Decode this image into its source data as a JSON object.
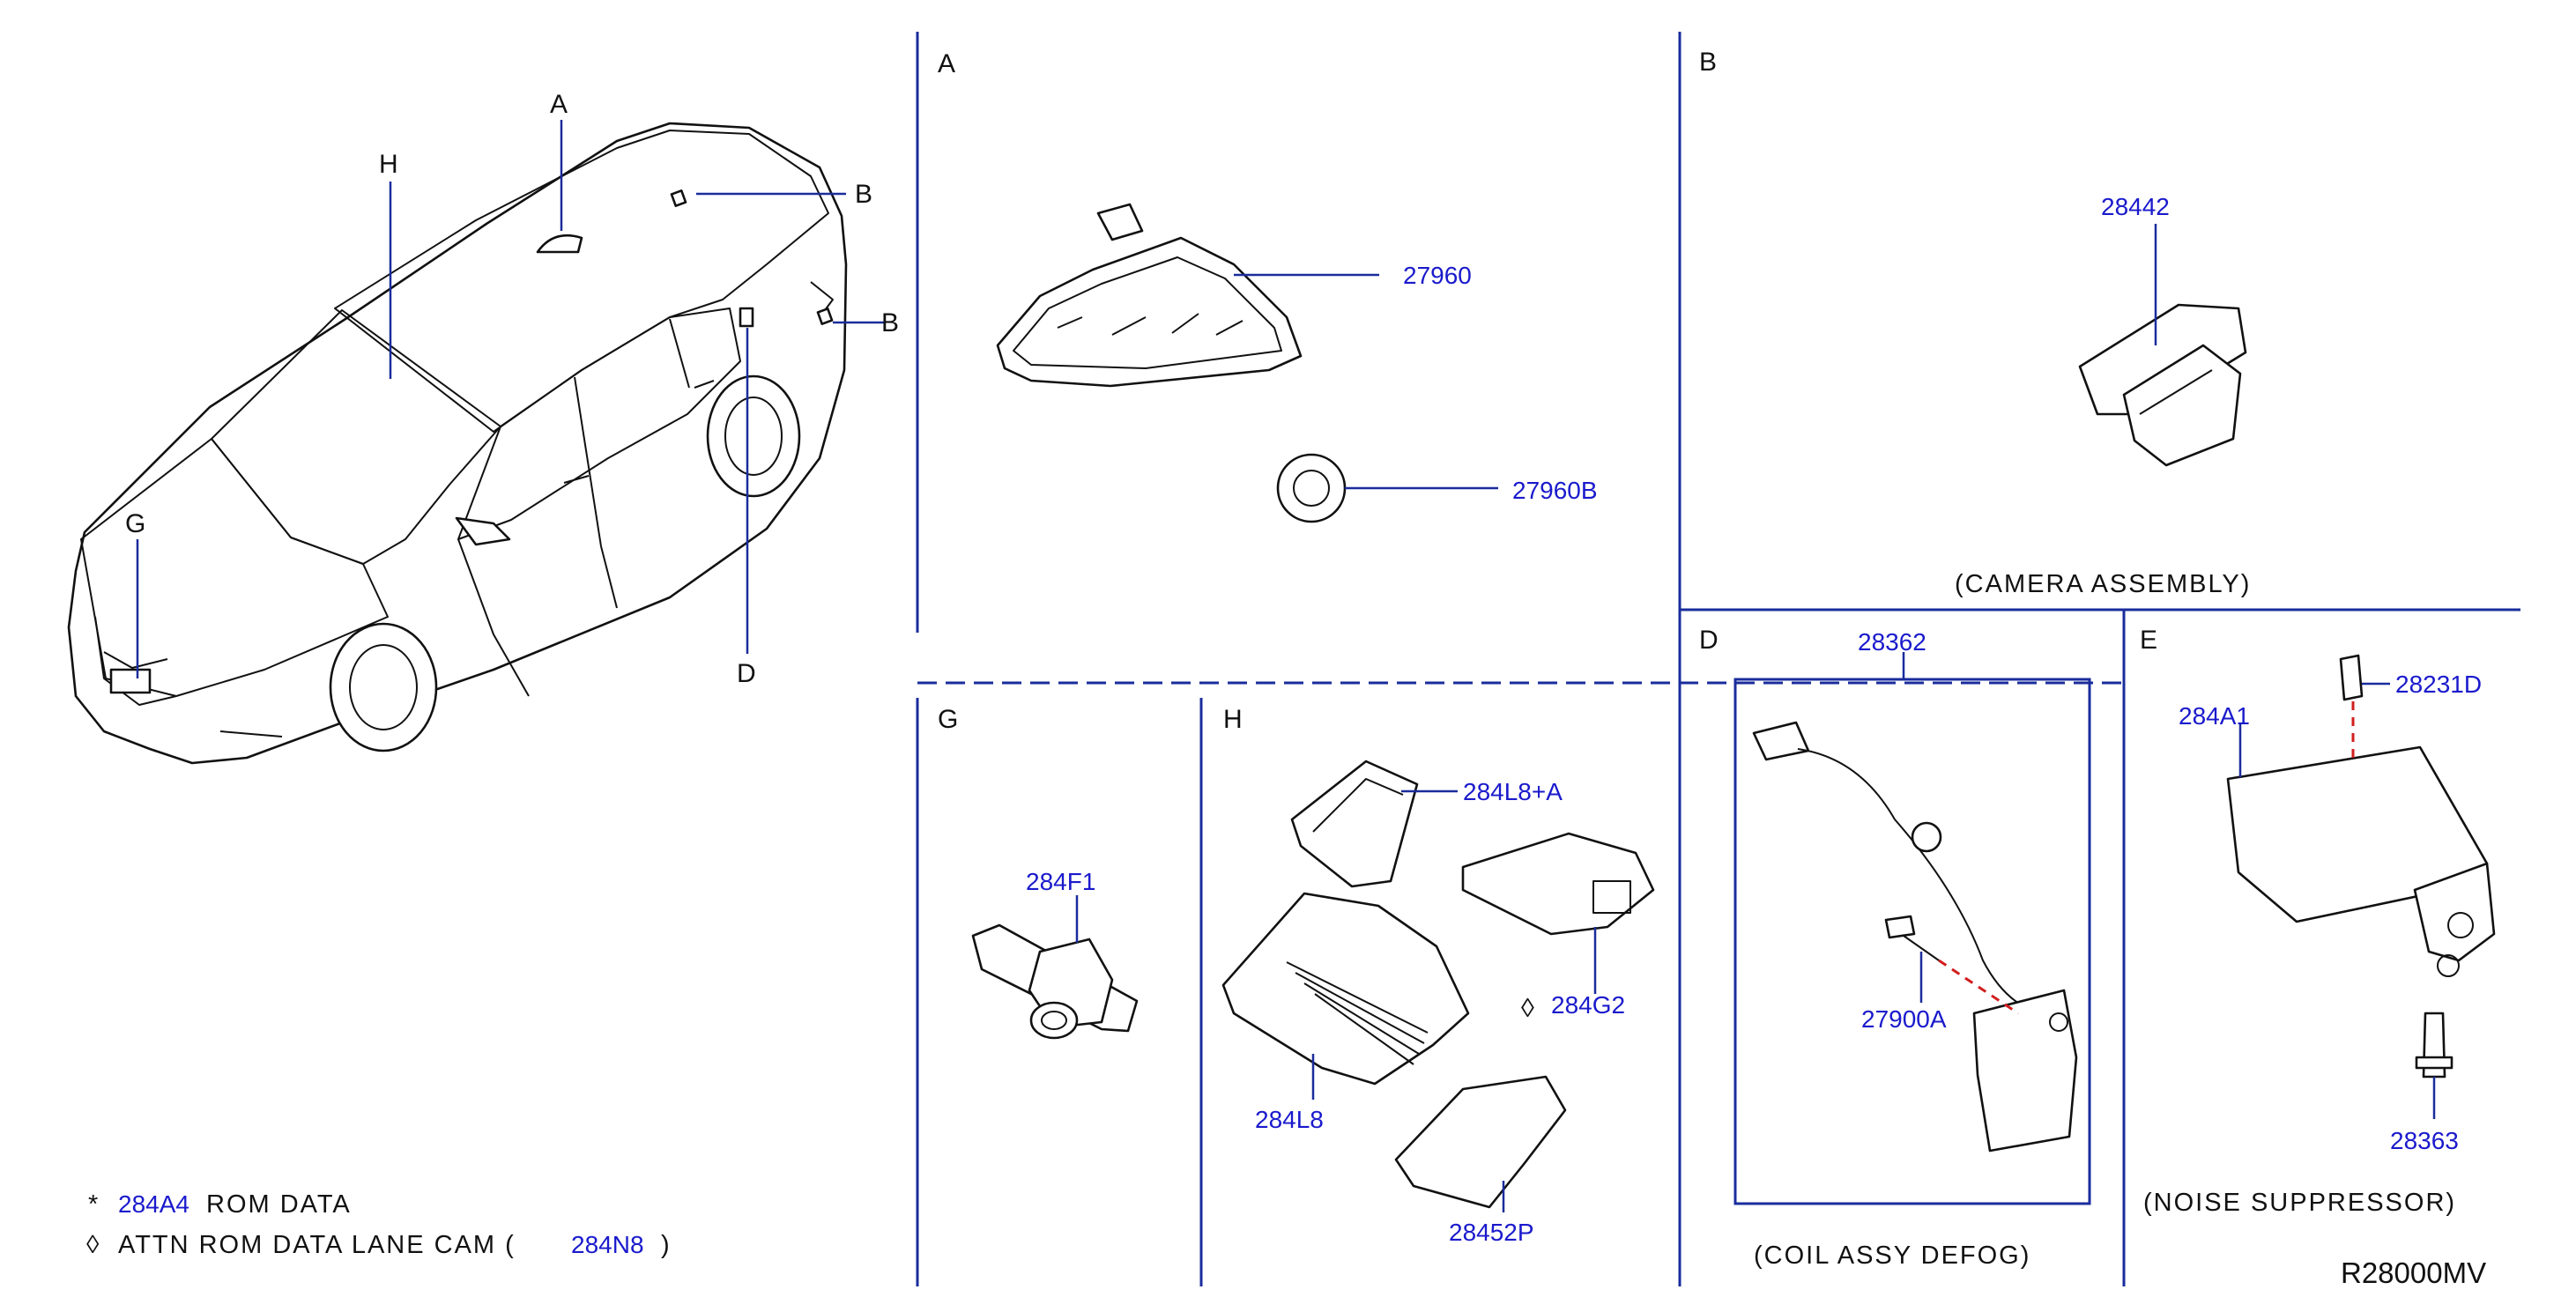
{
  "sections": {
    "A": "A",
    "B": "B",
    "D": "D",
    "E": "E",
    "G": "G",
    "H": "H"
  },
  "car_callouts": {
    "A": "A",
    "H": "H",
    "B1": "B",
    "B2": "B",
    "G": "G",
    "D": "D"
  },
  "parts": {
    "p27960": "27960",
    "p27960B": "27960B",
    "p28442": "28442",
    "p28362": "28362",
    "p27900A": "27900A",
    "p284A1": "284A1",
    "p28231D": "28231D",
    "p28363": "28363",
    "p284F1": "284F1",
    "p284L8A": "284L8+A",
    "p284G2": "284G2",
    "p284L8": "284L8",
    "p28452P": "28452P"
  },
  "captions": {
    "camera": "(CAMERA   ASSEMBLY)",
    "coil": "(COIL   ASSY   DEFOG)",
    "noise": "(NOISE   SUPPRESSOR)"
  },
  "notes": {
    "star": "*",
    "star_part": "284A4",
    "star_text": "ROM   DATA",
    "diamond_text": "ATTN   ROM   DATA   LANE   CAM   (",
    "diamond_part": "284N8",
    "diamond_close": ")"
  },
  "marks": {
    "star_mark": "*",
    "diamond_mark": "◊"
  },
  "diagram_ref": "R28000MV",
  "colors": {
    "frame": "#1a2c9c",
    "part_number": "#1a1acc",
    "text": "#111111",
    "dashed_link": "#d21e1e"
  }
}
